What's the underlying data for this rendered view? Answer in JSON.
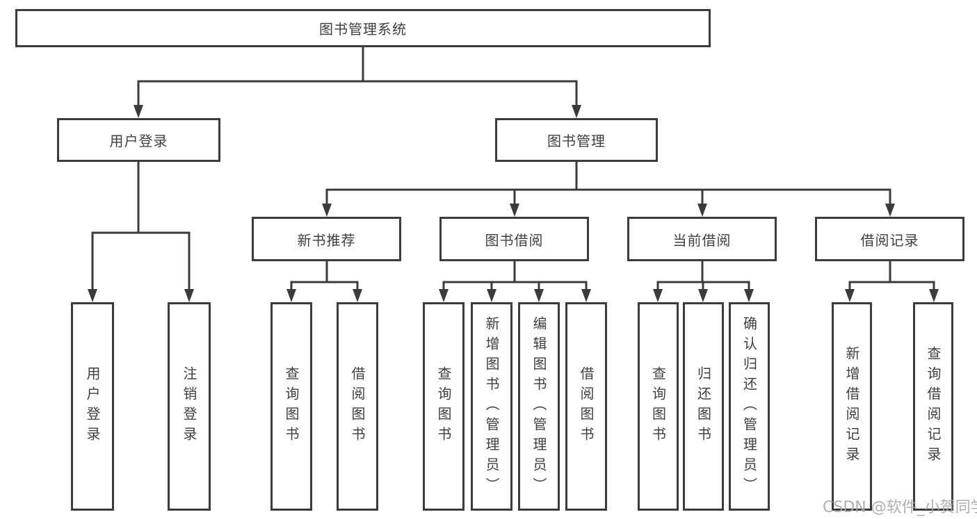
{
  "diagram": {
    "type": "hierarchy-diagram",
    "background": "#ffffff",
    "line_color": "#3b3b3b",
    "box_border_color": "#3b3b3b",
    "box_fill": "#ffffff",
    "text_color": "#3f3f3f",
    "watermark_color": "#a8a8a8"
  },
  "nodes": {
    "root": "图书管理系统",
    "user_login": "用户登录",
    "book_mgmt": "图书管理",
    "new_book_rec": "新书推荐",
    "book_borrow": "图书借阅",
    "current_borrow": "当前借阅",
    "borrow_record": "借阅记录",
    "leaf_user_login": "用户登录",
    "leaf_logout": "注销登录",
    "leaf_query_book_a": "查询图书",
    "leaf_borrow_book_a": "借阅图书",
    "leaf_query_book_b": "查询图书",
    "leaf_add_book_admin": "新增图书（管理员）",
    "leaf_edit_book_admin": "编辑图书（管理员）",
    "leaf_borrow_book_b": "借阅图书",
    "leaf_query_book_c": "查询图书",
    "leaf_return_book": "归还图书",
    "leaf_confirm_return_admin": "确认归还（管理员）",
    "leaf_add_borrow_record": "新增借阅记录",
    "leaf_query_borrow_record": "查询借阅记录"
  },
  "hierarchy": {
    "图书管理系统": {
      "用户登录": [
        "用户登录",
        "注销登录"
      ],
      "图书管理": {
        "新书推荐": [
          "查询图书",
          "借阅图书"
        ],
        "图书借阅": [
          "查询图书",
          "新增图书（管理员）",
          "编辑图书（管理员）",
          "借阅图书"
        ],
        "当前借阅": [
          "查询图书",
          "归还图书",
          "确认归还（管理员）"
        ],
        "借阅记录": [
          "新增借阅记录",
          "查询借阅记录"
        ]
      }
    }
  },
  "watermark": "CSDN @软件_小贺同学"
}
